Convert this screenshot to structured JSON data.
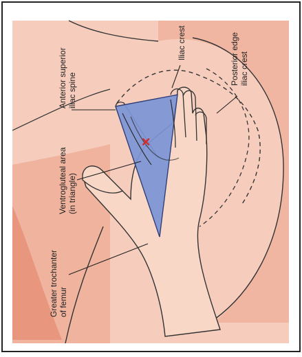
{
  "figure": {
    "labels": {
      "anterior_superior_iliac_spine": [
        "Anterior superior",
        "iliac spine"
      ],
      "iliac_crest": "Iliac crest",
      "posterior_edge_iliac_crest": [
        "Posterior edge",
        "iliac crest"
      ],
      "ventrogluteal_area": [
        "Ventrogluteal area",
        "(in triangle)"
      ],
      "greater_trochanter": [
        "Greater trochanter",
        "of femur"
      ]
    },
    "marker": "×",
    "colors": {
      "skin_light": "#f6ccbd",
      "skin_mid": "#efb39e",
      "skin_dark": "#e9967f",
      "hand": "#f8d7c6",
      "triangle": "#7b95d6",
      "triangle_stroke": "#2f3f78",
      "marker": "#d62a2a",
      "frame": "#222222"
    }
  }
}
